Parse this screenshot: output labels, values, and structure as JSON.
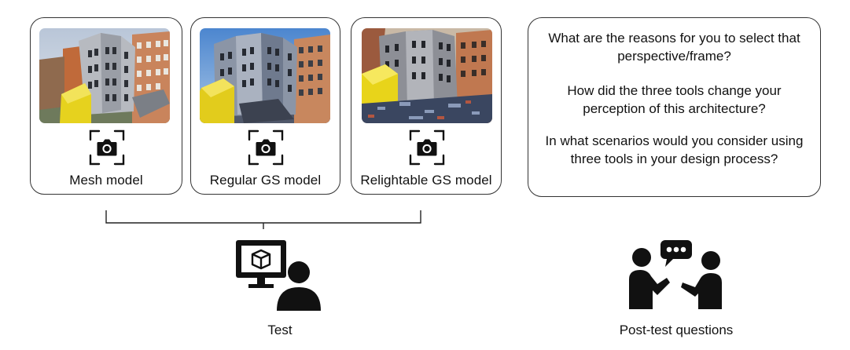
{
  "tools": [
    {
      "label": "Mesh model"
    },
    {
      "label": "Regular GS model"
    },
    {
      "label": "Relightable GS model"
    }
  ],
  "questions": [
    "What are the reasons for you to select that perspective/frame?",
    "How did the three tools change your perception of this architecture?",
    "In what scenarios would you consider using three tools in your design process?"
  ],
  "captions": {
    "test": "Test",
    "post_test": "Post-test questions"
  },
  "icons": [
    "camera-icon",
    "computer-user-icon",
    "conversation-icon"
  ],
  "colors": {
    "border": "#333333",
    "icon": "#111111",
    "facade_yellow": "#e6d21e",
    "brick": "#c87a50",
    "sky": "#9ab8d8"
  }
}
